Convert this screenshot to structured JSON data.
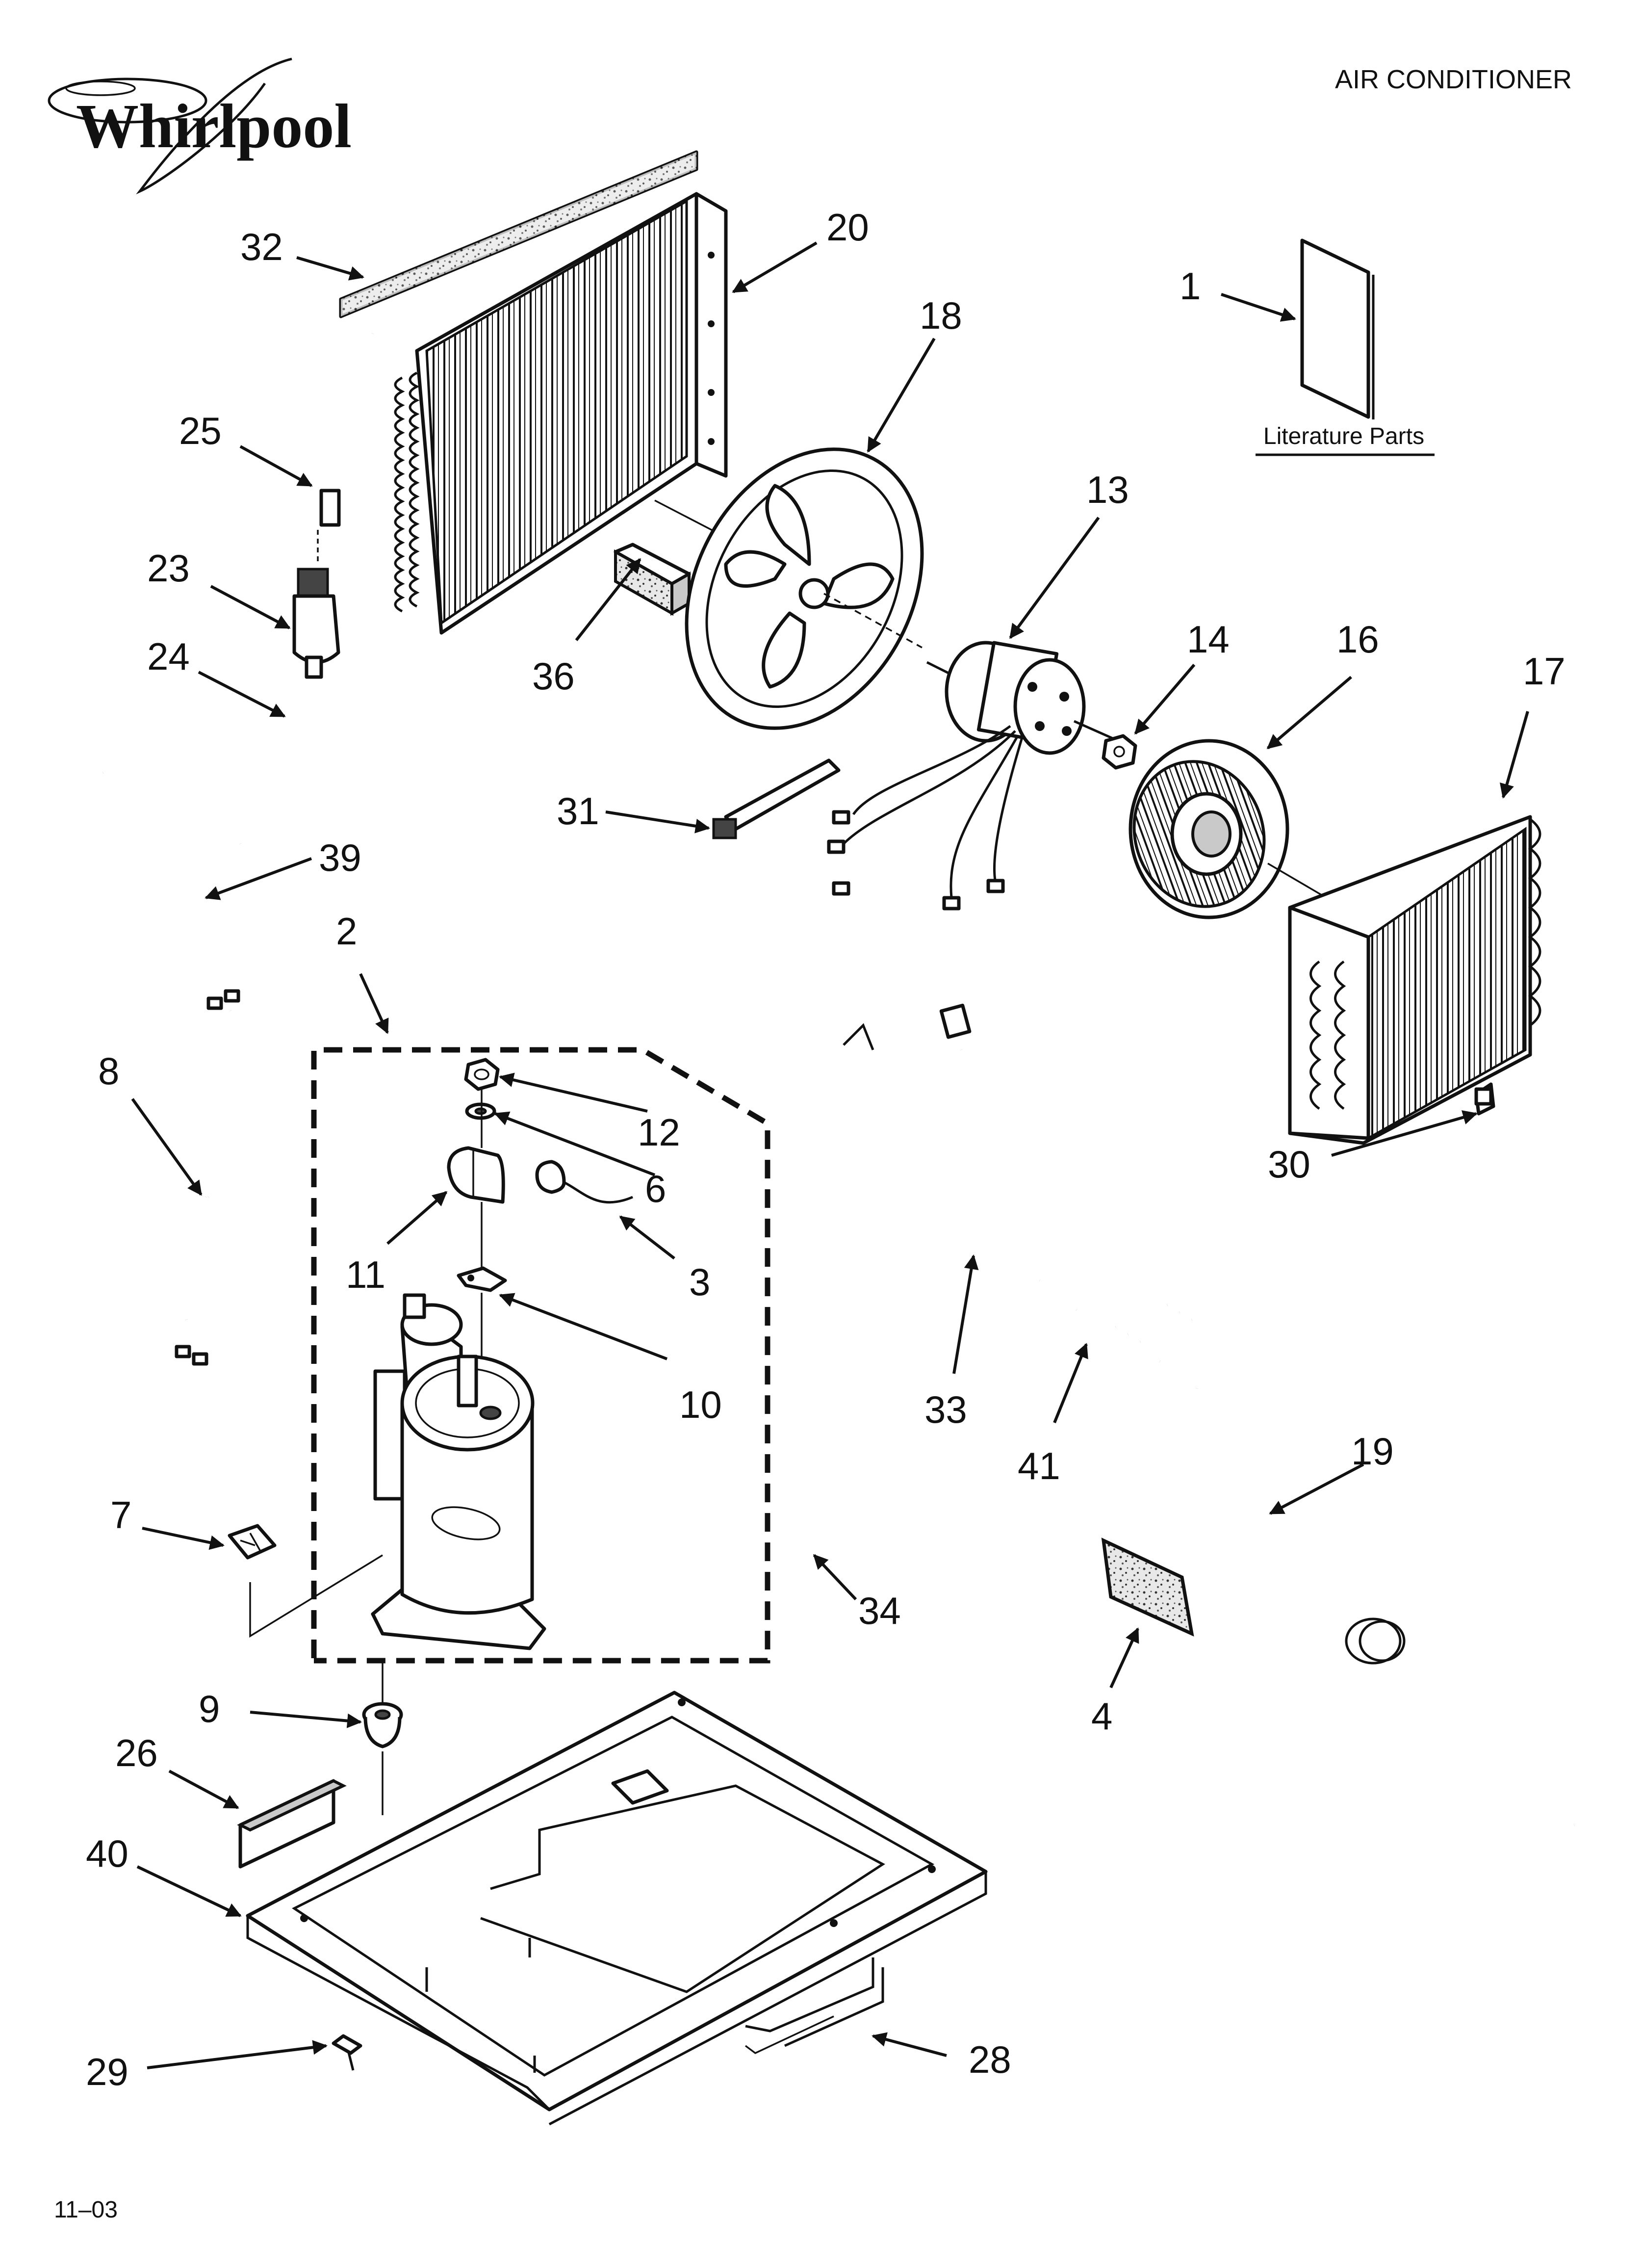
{
  "header": {
    "brand": "Whirlpool",
    "title": "AIR CONDITIONER",
    "date_code": "11–03"
  },
  "literature": {
    "label": "Literature Parts"
  },
  "callouts": [
    "1",
    "2",
    "3",
    "4",
    "6",
    "7",
    "8",
    "9",
    "10",
    "11",
    "12",
    "13",
    "14",
    "16",
    "17",
    "18",
    "19",
    "20",
    "23",
    "24",
    "25",
    "26",
    "28",
    "29",
    "30",
    "31",
    "32",
    "33",
    "34",
    "36",
    "39",
    "40",
    "41"
  ]
}
